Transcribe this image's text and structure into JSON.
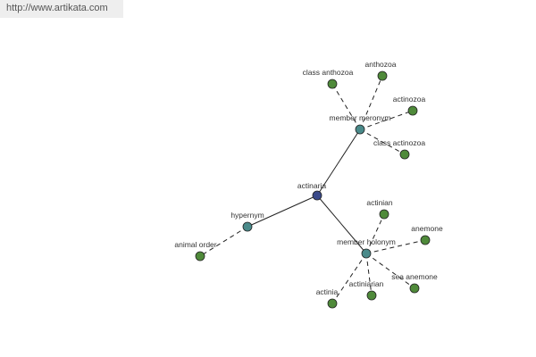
{
  "source": {
    "url": "http://www.artikata.com"
  },
  "colors": {
    "root": "#3a4a8a",
    "relation": "#4a8a8a",
    "term": "#4f8a3a",
    "outline": "#222222",
    "edge": "#222222"
  },
  "graph": {
    "root": "actinaria",
    "relations": [
      {
        "label": "member meronym",
        "terms": [
          "class anthozoa",
          "anthozoa",
          "actinozoa",
          "class actinozoa"
        ]
      },
      {
        "label": "hypernym",
        "terms": [
          "animal order"
        ]
      },
      {
        "label": "member holonym",
        "terms": [
          "actinian",
          "anemone",
          "sea anemone",
          "actiniarian",
          "actinia"
        ]
      }
    ]
  }
}
